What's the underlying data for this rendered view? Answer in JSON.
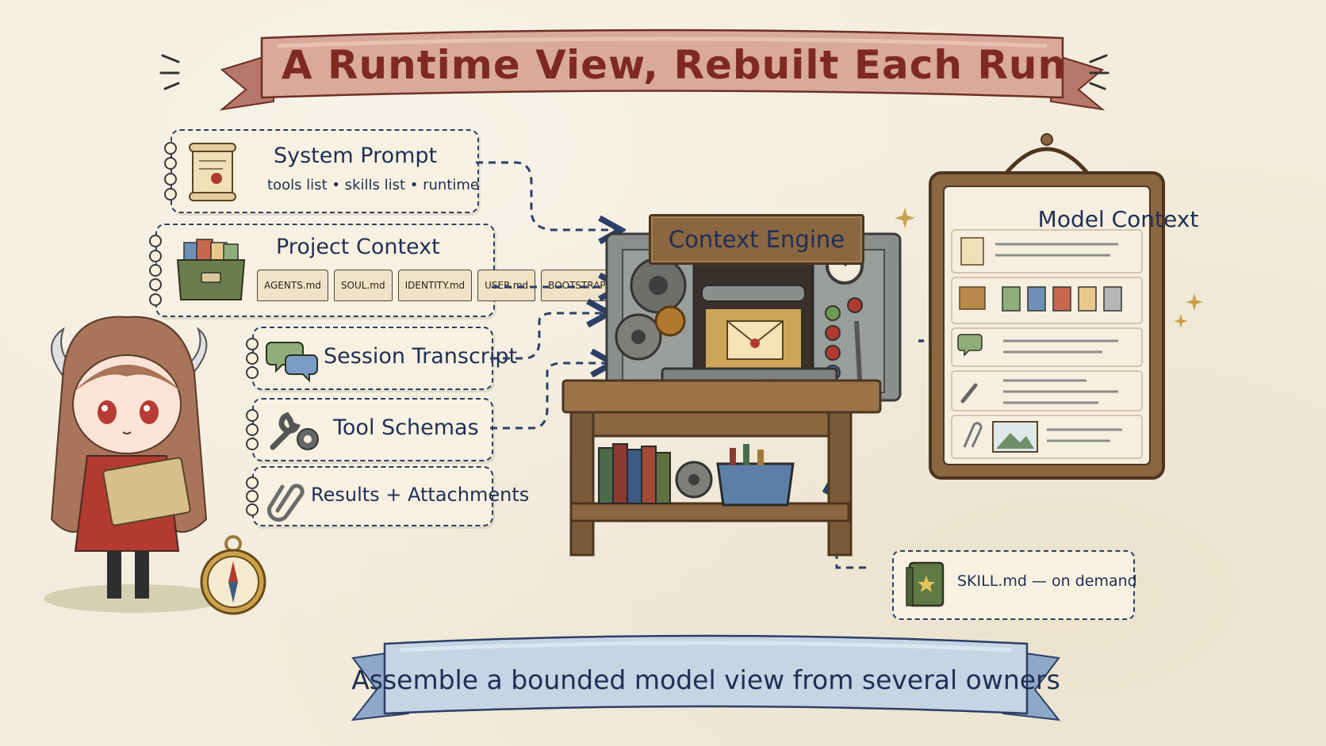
{
  "title": "A Runtime View, Rebuilt Each Run",
  "sources": {
    "system_prompt": {
      "title": "System Prompt",
      "subtitle": "tools list • skills list • runtime",
      "icon": "scroll-icon"
    },
    "project_context": {
      "title": "Project Context",
      "files": [
        "AGENTS.md",
        "SOUL.md",
        "IDENTITY.md",
        "USER.md",
        "BOOTSTRAP.md"
      ],
      "icon": "file-box-icon"
    },
    "session_transcript": {
      "title": "Session Transcript",
      "icon": "chat-bubbles-icon"
    },
    "tool_schemas": {
      "title": "Tool Schemas",
      "icon": "wrench-gear-icon"
    },
    "results_attachments": {
      "title": "Results + Attachments",
      "icon": "paperclip-icon"
    }
  },
  "engine": {
    "label": "Context Engine",
    "icon": "machine-icon"
  },
  "model_context": {
    "title": "Model Context",
    "icon": "board-icon"
  },
  "skill": {
    "label": "SKILL.md — on demand",
    "icon": "green-book-icon"
  },
  "footer": "Assemble a bounded model view from several owners",
  "colors": {
    "ink": "#1f2f55",
    "title_red": "#7e2a20",
    "paper": "#f3ecdc",
    "banner_red": "#c98d80",
    "banner_blue": "#a9bfd9",
    "wood": "#8a6641"
  }
}
